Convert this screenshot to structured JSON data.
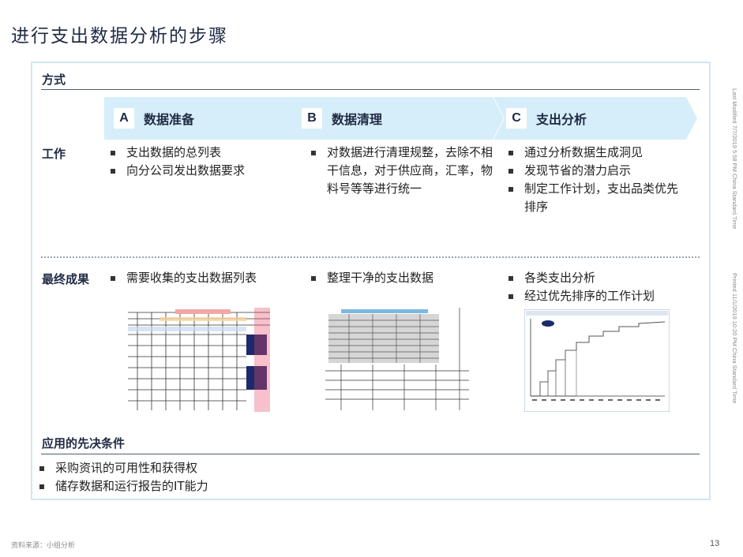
{
  "page": {
    "title": "进行支出数据分析的步骤",
    "footer_source": "资料来源：小组分析",
    "page_number": "13",
    "side_note_1": "Last Modified 7/7/2019 5:58 PM China Standard Time",
    "side_note_2": "Printed 11/1/2019 10:20 PM China Standard Time"
  },
  "method": {
    "heading": "方式",
    "steps": [
      {
        "letter": "A",
        "label": "数据准备"
      },
      {
        "letter": "B",
        "label": "数据清理"
      },
      {
        "letter": "C",
        "label": "支出分析"
      }
    ]
  },
  "work": {
    "label": "工作",
    "columns": [
      [
        "支出数据的总列表",
        "向分公司发出数据要求"
      ],
      [
        "对数据进行清理规整，去除不相干信息，对于供应商，汇率，物料号等等进行统一"
      ],
      [
        "通过分析数据生成洞见",
        "发现节省的潜力启示",
        "制定工作计划，支出品类优先排序"
      ]
    ]
  },
  "result": {
    "label": "最终成果",
    "columns": [
      [
        "需要收集的支出数据列表"
      ],
      [
        "整理干净的支出数据"
      ],
      [
        "各类支出分析",
        "经过优先排序的工作计划"
      ]
    ]
  },
  "prereq": {
    "heading": "应用的先决条件",
    "items": [
      "采购资讯的可用性和获得权",
      "储存数据和运行报告的IT能力"
    ]
  },
  "colors": {
    "accent": "#d6eef9",
    "frame": "#cfe8f3",
    "text": "#1f2a44"
  }
}
